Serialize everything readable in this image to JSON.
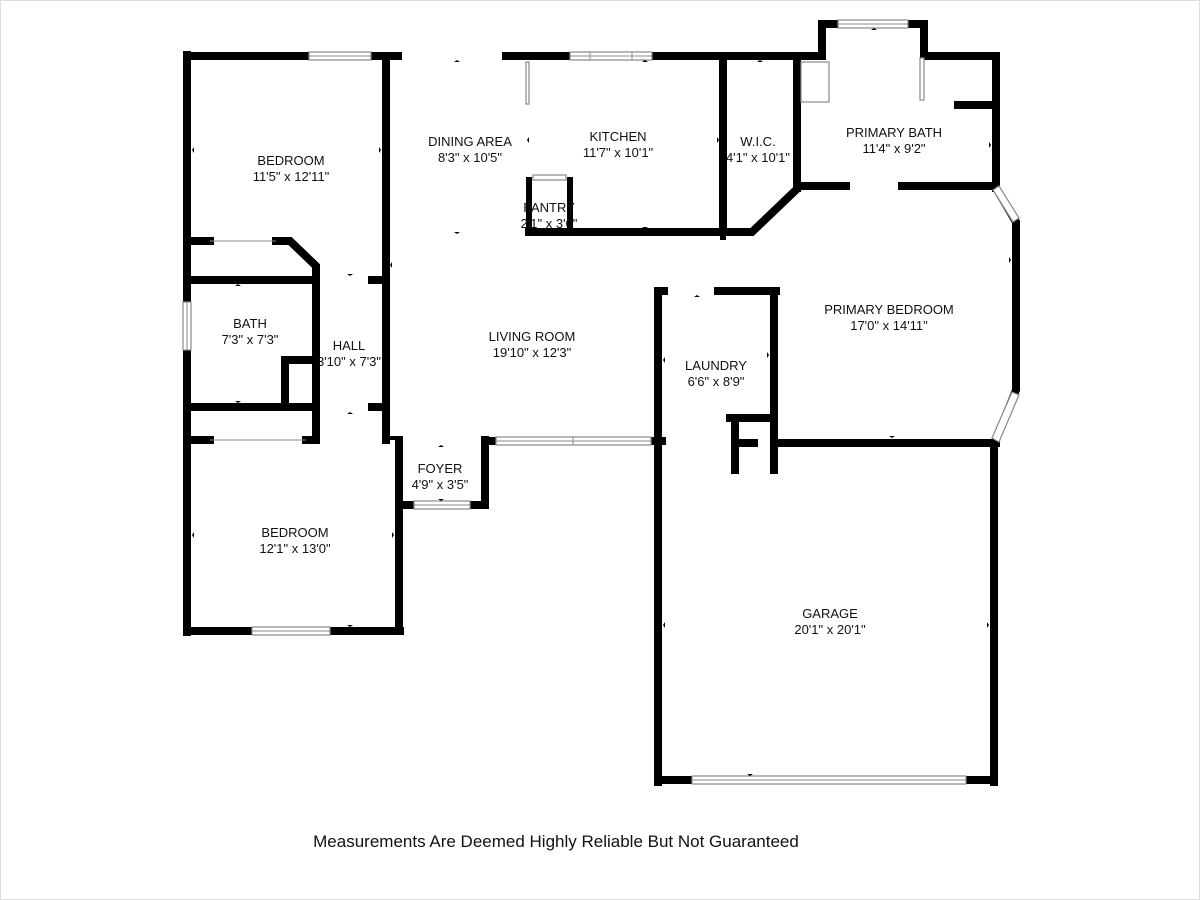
{
  "rooms": {
    "bedroom_1": {
      "name": "BEDROOM",
      "dims": "11'5\" x 12'11\""
    },
    "dining": {
      "name": "DINING AREA",
      "dims": "8'3\" x 10'5\""
    },
    "kitchen": {
      "name": "KITCHEN",
      "dims": "11'7\" x 10'1\""
    },
    "pantry": {
      "name": "PANTRY",
      "dims": "2'1\" x 3'0\""
    },
    "wic": {
      "name": "W.I.C.",
      "dims": "4'1\" x 10'1\""
    },
    "primary_bath": {
      "name": "PRIMARY BATH",
      "dims": "11'4\" x 9'2\""
    },
    "bath": {
      "name": "BATH",
      "dims": "7'3\" x 7'3\""
    },
    "hall": {
      "name": "HALL",
      "dims": "3'10\" x 7'3\""
    },
    "living": {
      "name": "LIVING ROOM",
      "dims": "19'10\" x 12'3\""
    },
    "primary_bedroom": {
      "name": "PRIMARY BEDROOM",
      "dims": "17'0\" x 14'11\""
    },
    "laundry": {
      "name": "LAUNDRY",
      "dims": "6'6\" x 8'9\""
    },
    "foyer": {
      "name": "FOYER",
      "dims": "4'9\" x 3'5\""
    },
    "bedroom_2": {
      "name": "BEDROOM",
      "dims": "12'1\" x 13'0\""
    },
    "garage": {
      "name": "GARAGE",
      "dims": "20'1\" x 20'1\""
    }
  },
  "disclaimer": "Measurements Are Deemed Highly Reliable But Not Guaranteed",
  "colors": {
    "wall": "#000000",
    "window": "#888888",
    "background": "#ffffff"
  }
}
